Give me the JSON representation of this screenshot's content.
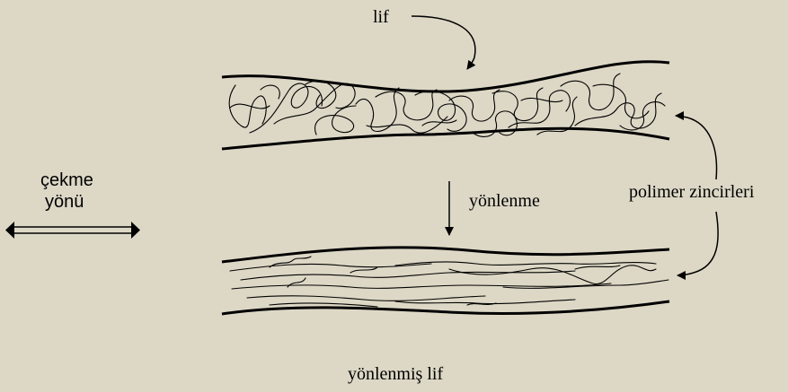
{
  "labels": {
    "fiber": "lif",
    "draw_direction_line1": "çekme",
    "draw_direction_line2": "yönü",
    "orientation": "yönlenme",
    "polymer_chains": "polimer zincirleri",
    "oriented_fiber": "yönlenmiş lif"
  },
  "colors": {
    "background": "#ddd8c6",
    "ink": "#000000"
  },
  "icons": {
    "draw_direction": "double-headed-arrow-icon",
    "orientation_process": "down-arrow-icon"
  }
}
